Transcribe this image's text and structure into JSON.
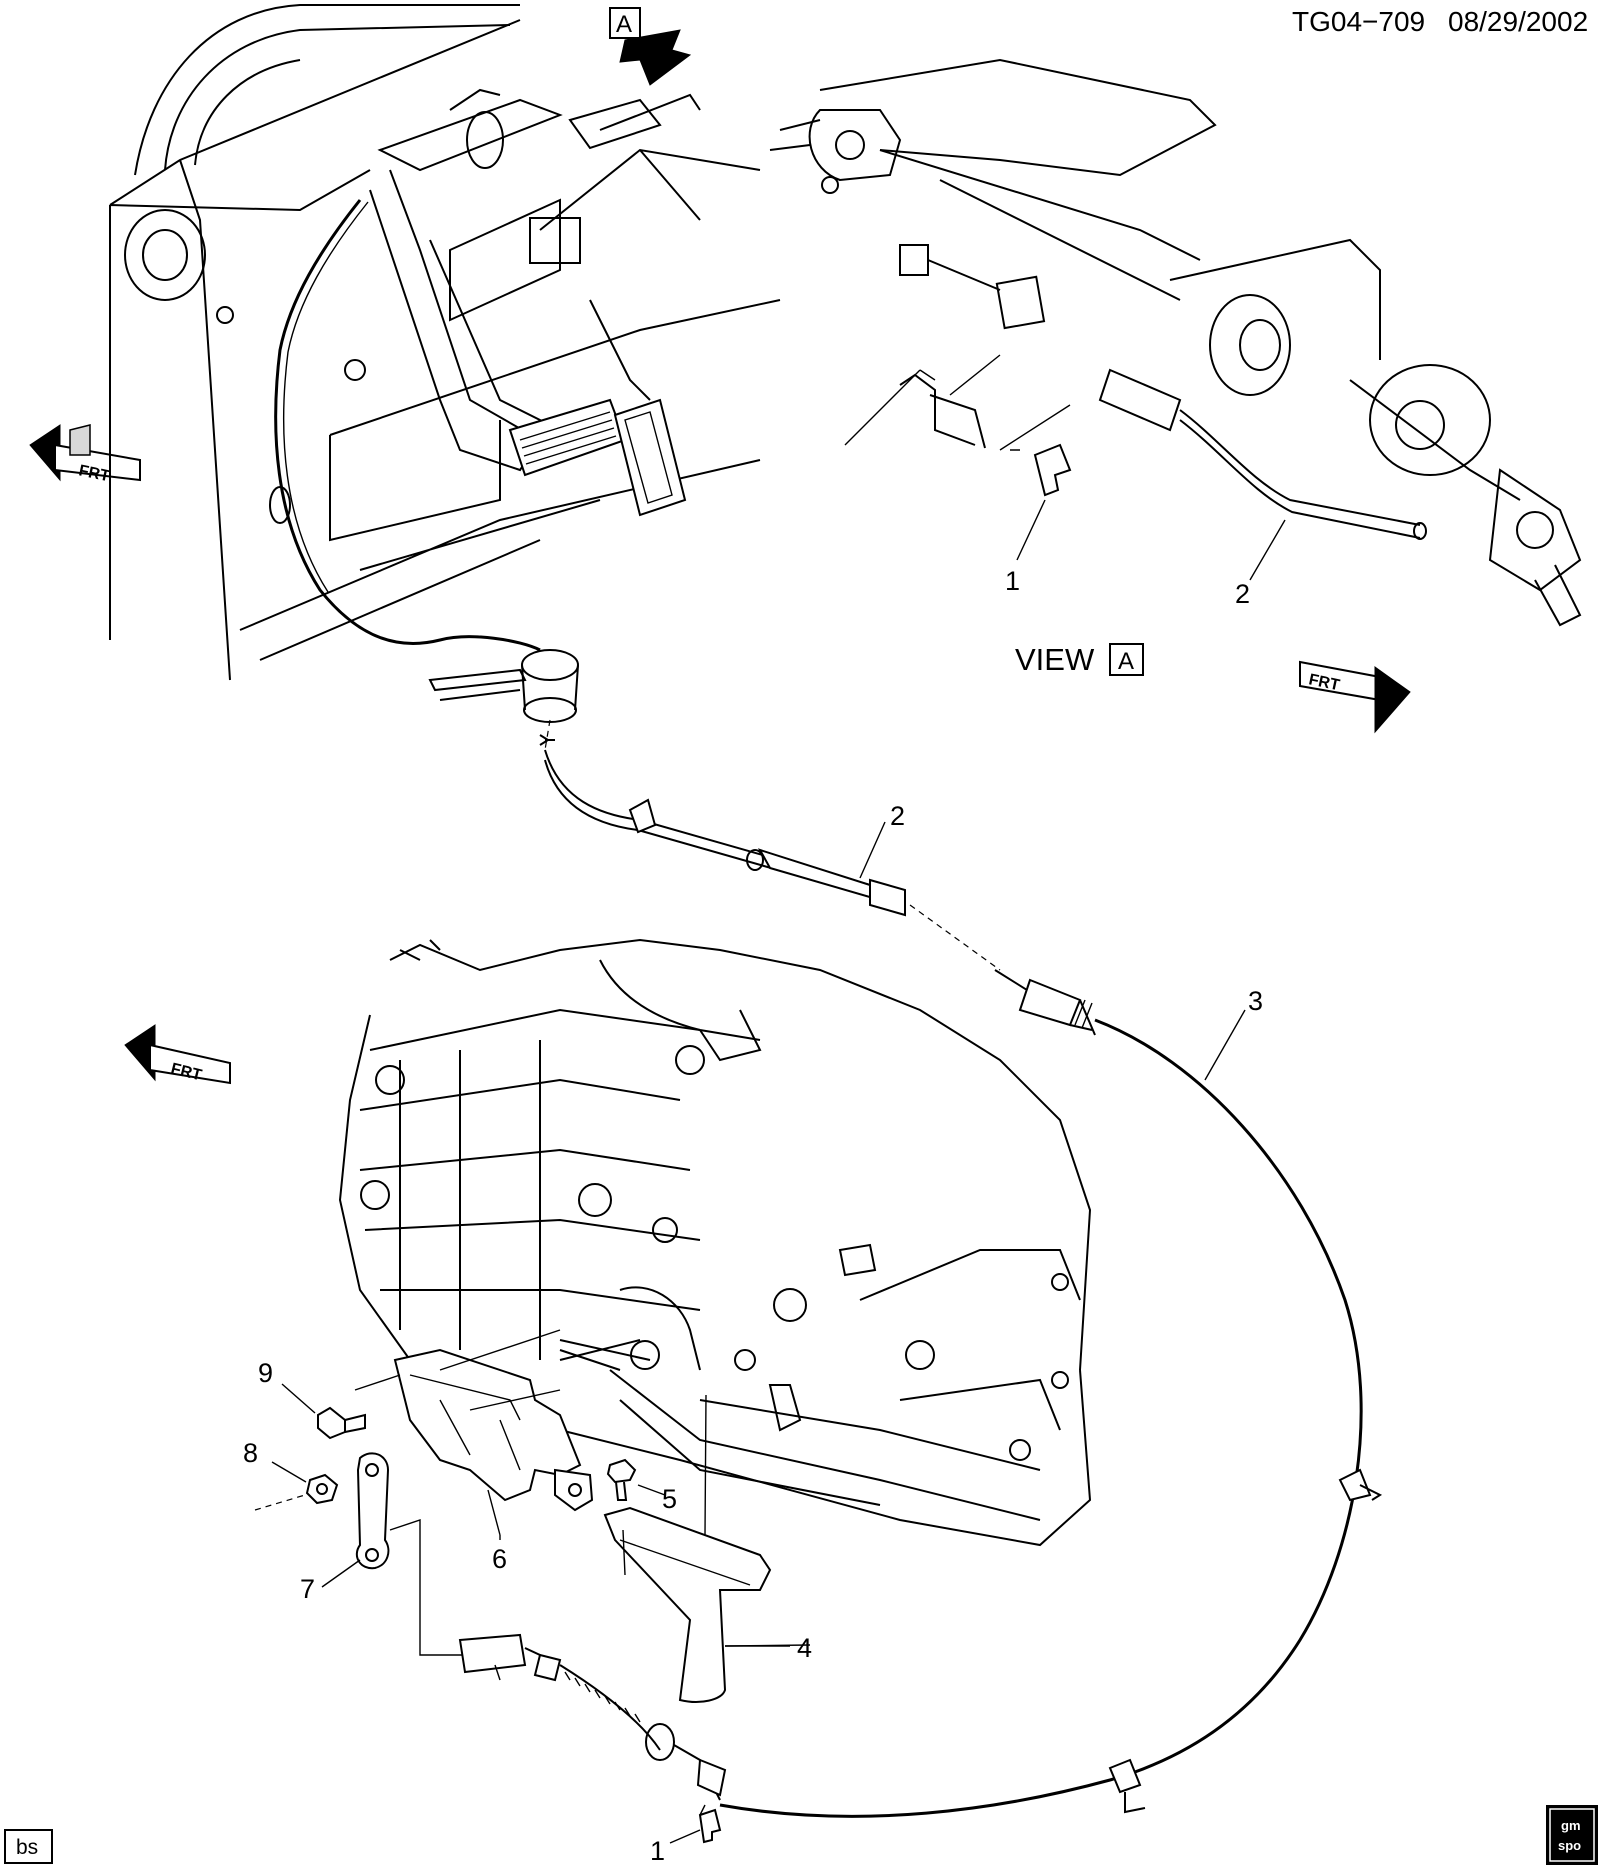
{
  "header": {
    "code": "TG04−709",
    "date": "08/29/2002"
  },
  "view_marker": {
    "box_letter": "A"
  },
  "view_caption": {
    "prefix": "VIEW",
    "letter": "A"
  },
  "front_indicators": [
    {
      "text": "FRT",
      "icon": "front-arrow-icon"
    },
    {
      "text": "FRT",
      "icon": "front-arrow-icon"
    },
    {
      "text": "FRT",
      "icon": "front-arrow-icon"
    }
  ],
  "callouts": {
    "top_1": "1",
    "top_2": "2",
    "mid_2": "2",
    "c3": "3",
    "c4": "4",
    "c5": "5",
    "c6": "6",
    "c7": "7",
    "c8": "8",
    "c9": "9",
    "bottom_1": "1"
  },
  "corner_badge": "bs",
  "logo": {
    "line1": "gm",
    "line2": "spo"
  }
}
